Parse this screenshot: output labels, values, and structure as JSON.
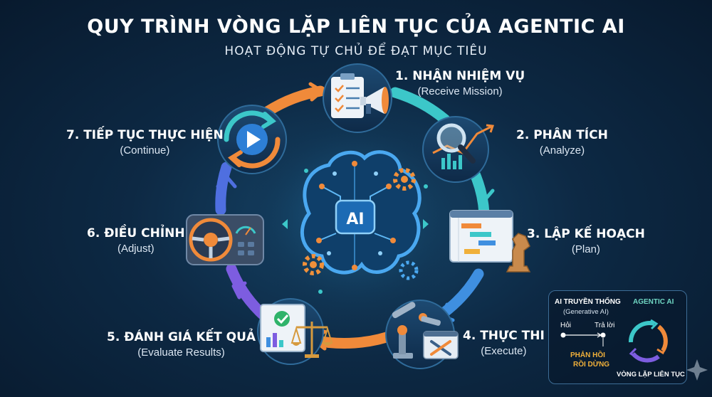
{
  "header": {
    "title": "QUY TRÌNH VÒNG LẶP LIÊN TỤC CỦA AGENTIC AI",
    "subtitle": "HOẠT ĐỘNG TỰ CHỦ ĐỂ ĐẠT MỤC TIÊU"
  },
  "center": {
    "label": "AI"
  },
  "steps": [
    {
      "title": "1. NHẬN NHIỆM VỤ",
      "subtitle": "(Receive Mission)",
      "icon": "clipboard-megaphone-icon"
    },
    {
      "title": "2. PHÂN TÍCH",
      "subtitle": "(Analyze)",
      "icon": "magnifier-chart-icon"
    },
    {
      "title": "3. LẬP KẾ HOẠCH",
      "subtitle": "(Plan)",
      "icon": "gantt-chess-icon"
    },
    {
      "title": "4. THỰC THI",
      "subtitle": "(Execute)",
      "icon": "robot-arm-tools-icon"
    },
    {
      "title": "5. ĐÁNH GIÁ KẾT QUẢ",
      "subtitle": "(Evaluate Results)",
      "icon": "checklist-scale-icon"
    },
    {
      "title": "6. ĐIỀU CHỈNH",
      "subtitle": "(Adjust)",
      "icon": "steering-wheel-icon"
    },
    {
      "title": "7. TIẾP TỤC THỰC HIỆN",
      "subtitle": "(Continue)",
      "icon": "play-refresh-icon"
    }
  ],
  "comparison": {
    "traditional_title": "AI TRUYỀN THỐNG",
    "traditional_subtitle": "(Generative AI)",
    "question": "Hỏi",
    "answer": "Trả lời",
    "feedback_line1": "PHẢN HỒI",
    "feedback_line2": "RỒI DỪNG",
    "agentic_title": "AGENTIC AI",
    "loop_label": "VÒNG LẶP LIÊN TỤC"
  },
  "colors": {
    "background": "#0d2944",
    "ring_orange": "#f08a3a",
    "ring_teal": "#3cc7c9",
    "ring_blue": "#3f8fe0",
    "ring_purple": "#7d5de0",
    "brain_blue": "#4aa8f0",
    "gear_orange": "#f0903a"
  }
}
